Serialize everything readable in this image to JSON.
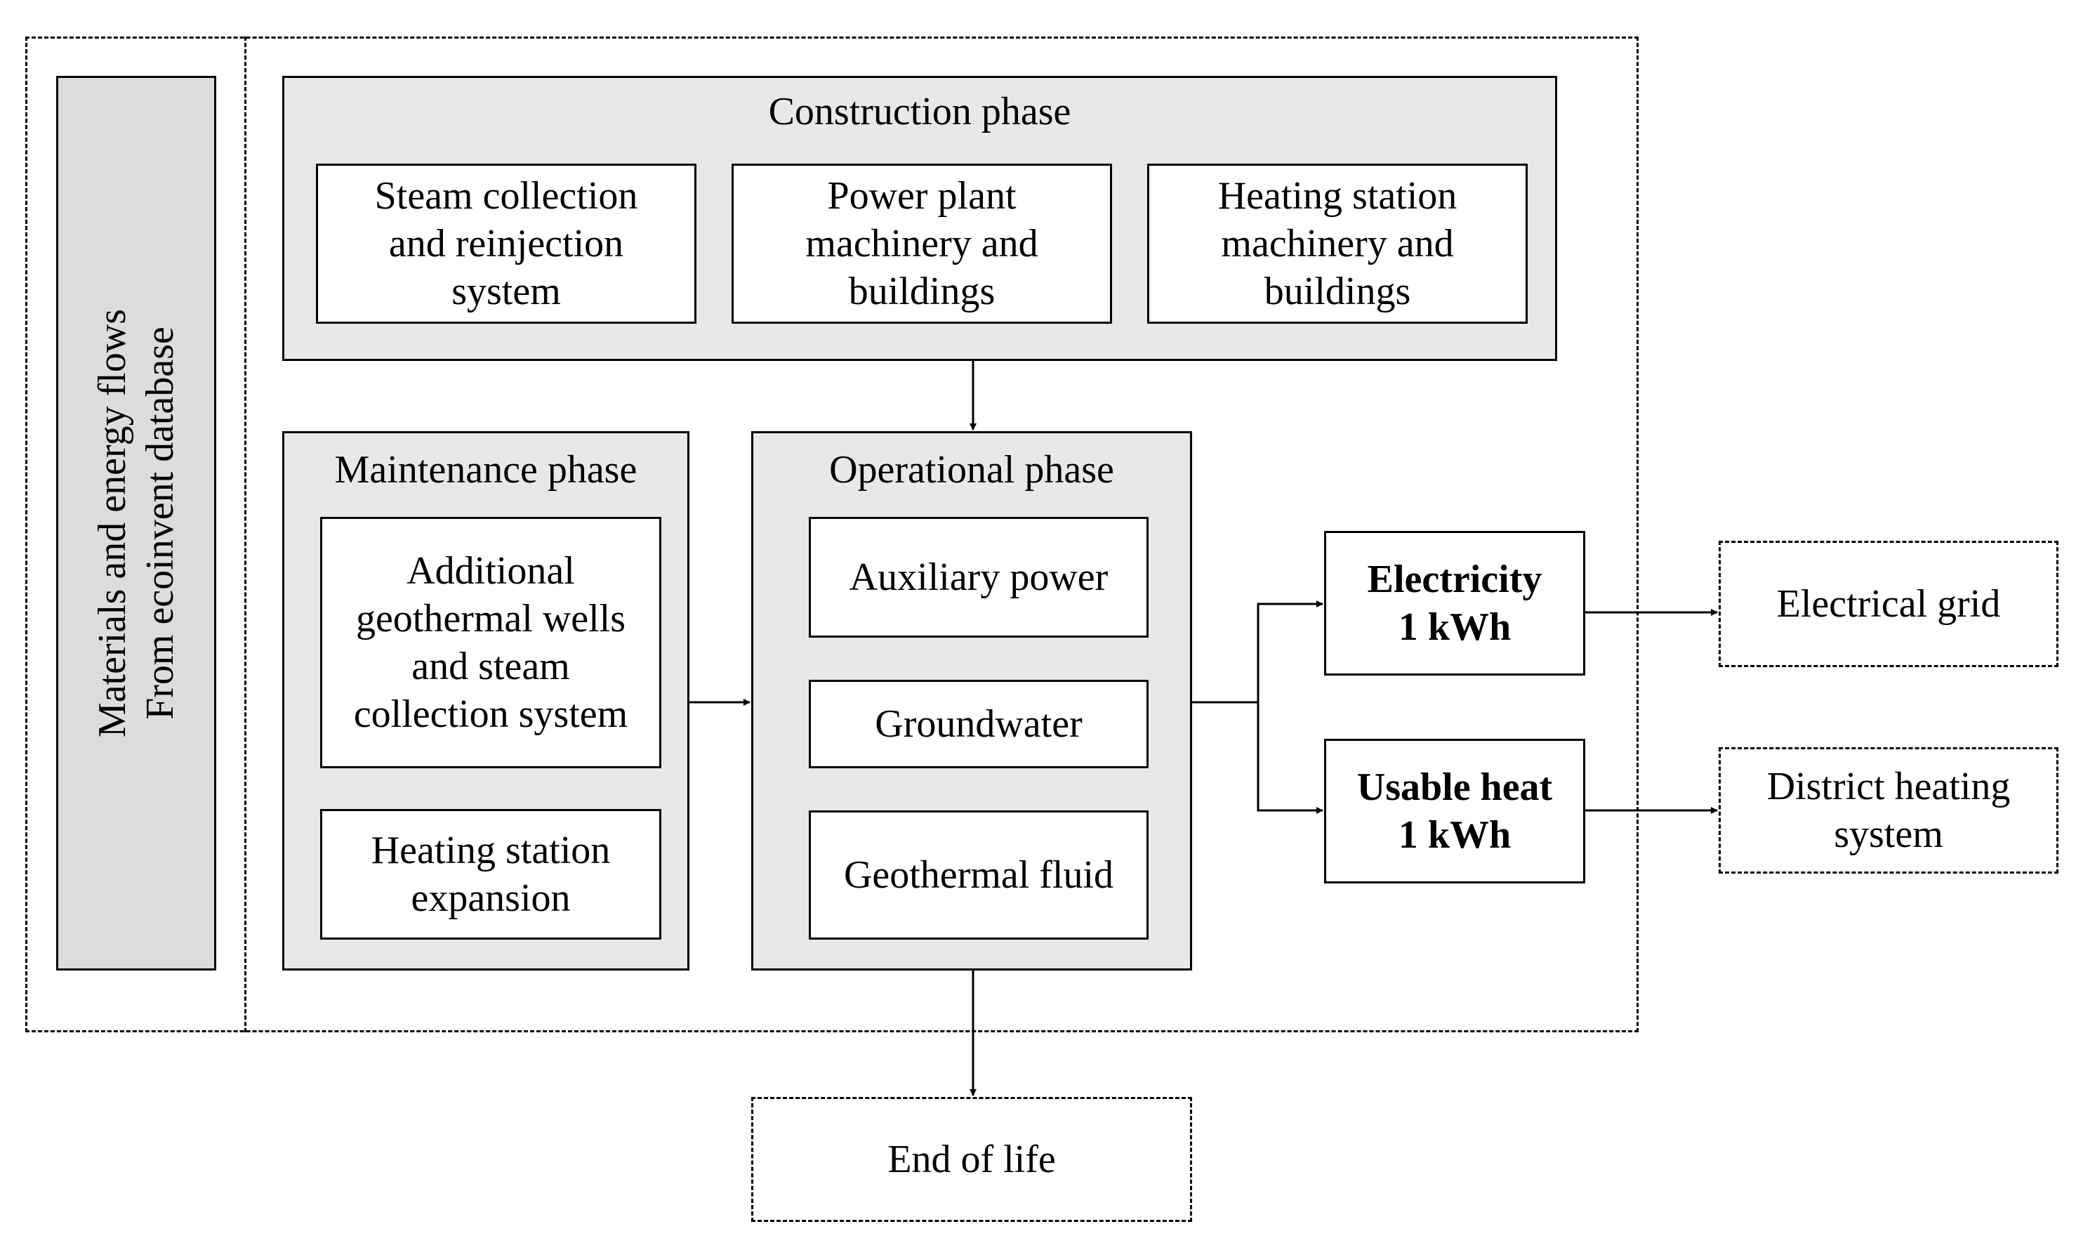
{
  "diagram": {
    "side_label": "Materials and energy flows\nFrom ecoinvent database",
    "construction": {
      "title": "Construction phase",
      "items": [
        "Steam collection\nand reinjection\nsystem",
        "Power plant\nmachinery and\nbuildings",
        "Heating station\nmachinery and\nbuildings"
      ]
    },
    "maintenance": {
      "title": "Maintenance phase",
      "items": [
        "Additional\ngeothermal wells\nand steam\ncollection system",
        "Heating station\nexpansion"
      ]
    },
    "operational": {
      "title": "Operational phase",
      "items": [
        "Auxiliary power",
        "Groundwater",
        "Geothermal fluid"
      ]
    },
    "outputs": {
      "electricity": "Electricity\n1 kWh",
      "heat": "Usable heat\n1 kWh"
    },
    "destinations": {
      "grid": "Electrical grid",
      "district": "District heating\nsystem",
      "end_of_life": "End of life"
    }
  }
}
